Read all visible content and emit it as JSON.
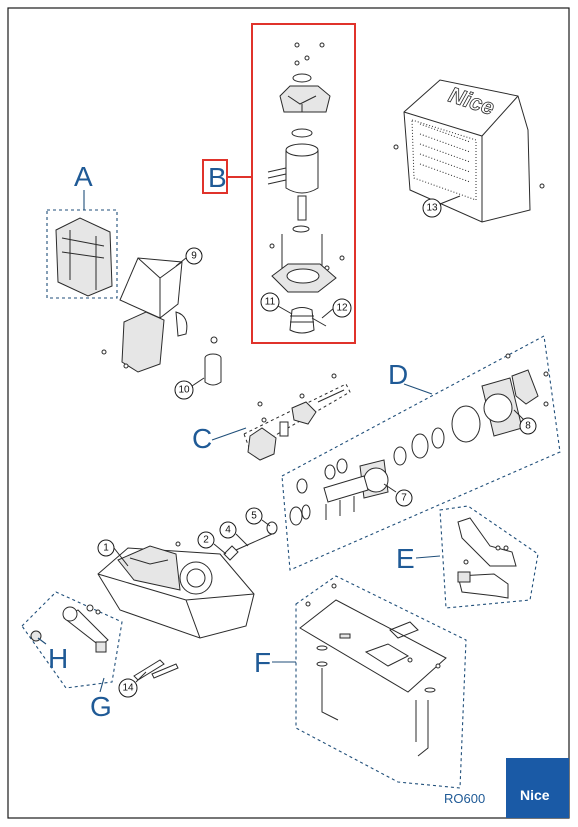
{
  "groups": {
    "A": "A",
    "B": "B",
    "C": "C",
    "D": "D",
    "E": "E",
    "F": "F",
    "G": "G",
    "H": "H"
  },
  "callouts": {
    "c1": "1",
    "c2": "2",
    "c4": "4",
    "c5": "5",
    "c7": "7",
    "c8": "8",
    "c9": "9",
    "c10": "10",
    "c11": "11",
    "c12": "12",
    "c13": "13",
    "c14": "14"
  },
  "model_code": "RO600",
  "brand": "Nice",
  "cover_logo": "Nice",
  "colors": {
    "accent_blue": "#1f5a96",
    "highlight_red": "#e0332b",
    "brand_box": "#1a5aa6"
  }
}
